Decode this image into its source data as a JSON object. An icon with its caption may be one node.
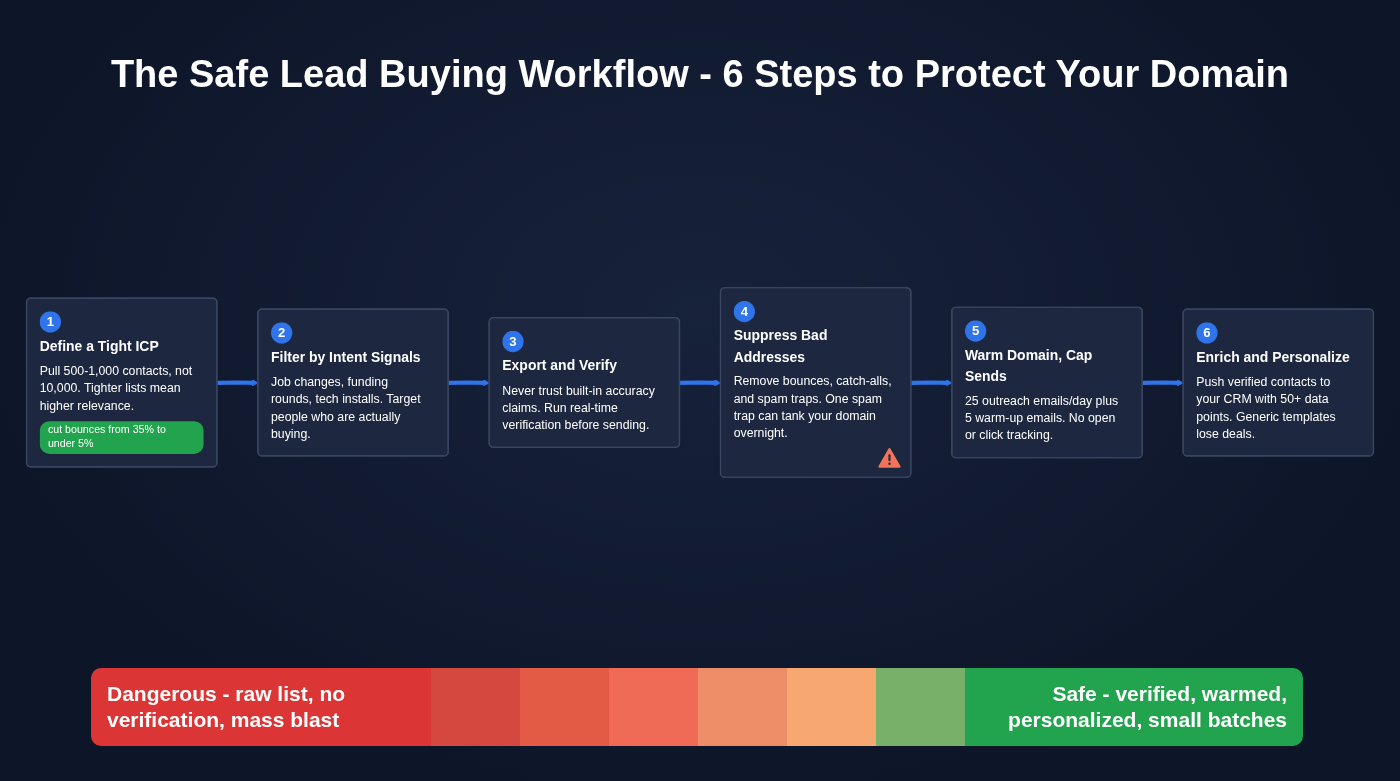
{
  "diagram": {
    "title": "The Safe Lead Buying Workflow - 6 Steps to Protect Your Domain",
    "nodes": [
      {
        "text": [
          "1",
          "Define a Tight ICP",
          "Pull 500-1,000 contacts, not 10,000. Tighter lists mean higher relevance.",
          "cut bounces from 35% to under 5%"
        ]
      },
      {
        "text": [
          "2",
          "Filter by Intent Signals",
          "Job changes, funding rounds, tech installs. Target people who are actually buying."
        ]
      },
      {
        "text": [
          "3",
          "Export and Verify",
          "Never trust built-in accuracy claims. Run real-time verification before sending."
        ]
      },
      {
        "text": [
          "4",
          "Suppress Bad Addresses",
          "Remove bounces, catch-alls, and spam traps. One spam trap can tank your domain overnight."
        ]
      },
      {
        "text": [
          "5",
          "Warm Domain, Cap Sends",
          "25 outreach emails/day plus 5 warm-up emails. No open or click tracking."
        ]
      },
      {
        "text": [
          "6",
          "Enrich and Personalize",
          "Push verified contacts to your CRM with 50+ data points. Generic templates lose deals."
        ]
      }
    ],
    "edges": [
      {
        "from": 0,
        "to": 1,
        "arrow": "to"
      },
      {
        "from": 1,
        "to": 2,
        "arrow": "to"
      },
      {
        "from": 2,
        "to": 3,
        "arrow": "to"
      },
      {
        "from": 3,
        "to": 4,
        "arrow": "to"
      },
      {
        "from": 4,
        "to": 5,
        "arrow": "to"
      }
    ],
    "labels": [
      "Dangerous - raw list, no verification, mass blast",
      "Safe - verified, warmed, personalized, small batches"
    ]
  }
}
